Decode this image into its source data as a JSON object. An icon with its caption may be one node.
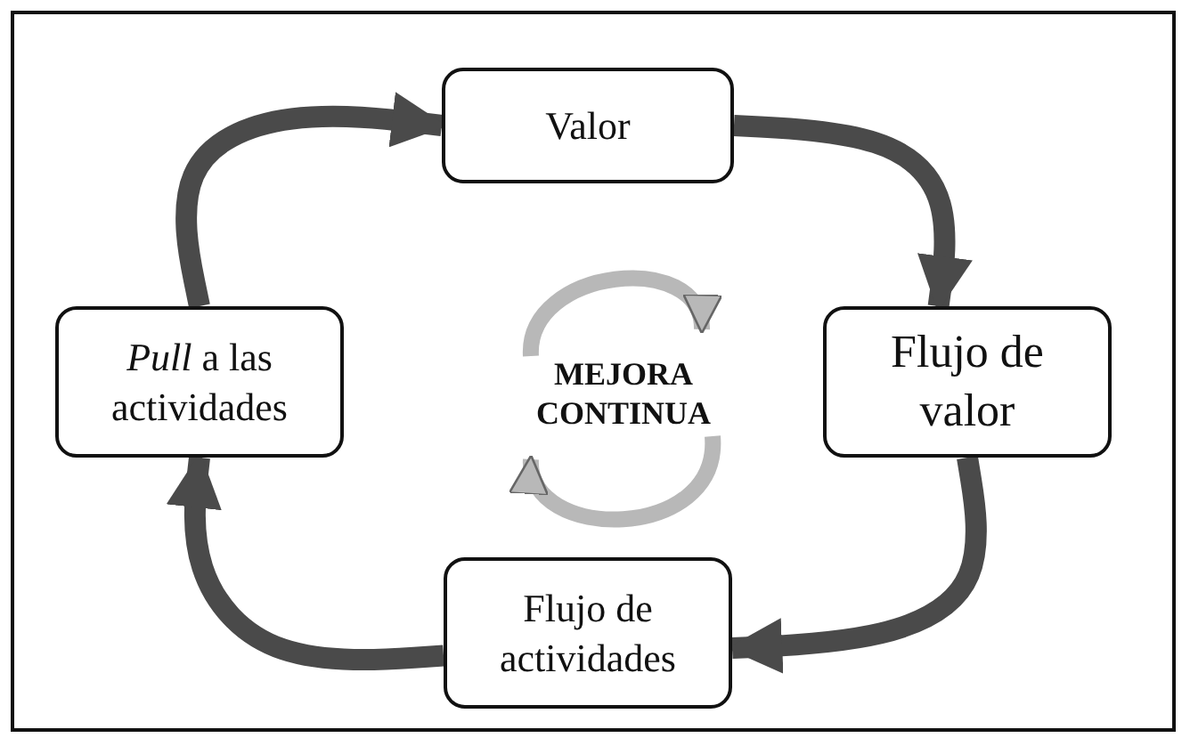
{
  "diagram": {
    "nodes": [
      {
        "text": [
          "Valor"
        ]
      },
      {
        "text": [
          "Flujo de valor"
        ]
      },
      {
        "text": [
          "Flujo de actividades"
        ]
      },
      {
        "text": [
          "*Pull* a las actividades"
        ]
      },
      {
        "text": [
          "MEJORA CONTINUA"
        ]
      }
    ],
    "edges": [
      {
        "from": 3,
        "to": 0,
        "arrow": "to"
      },
      {
        "from": 0,
        "to": 1,
        "arrow": "to"
      },
      {
        "from": 1,
        "to": 2,
        "arrow": "to"
      },
      {
        "from": 2,
        "to": 3,
        "arrow": "to"
      }
    ]
  }
}
